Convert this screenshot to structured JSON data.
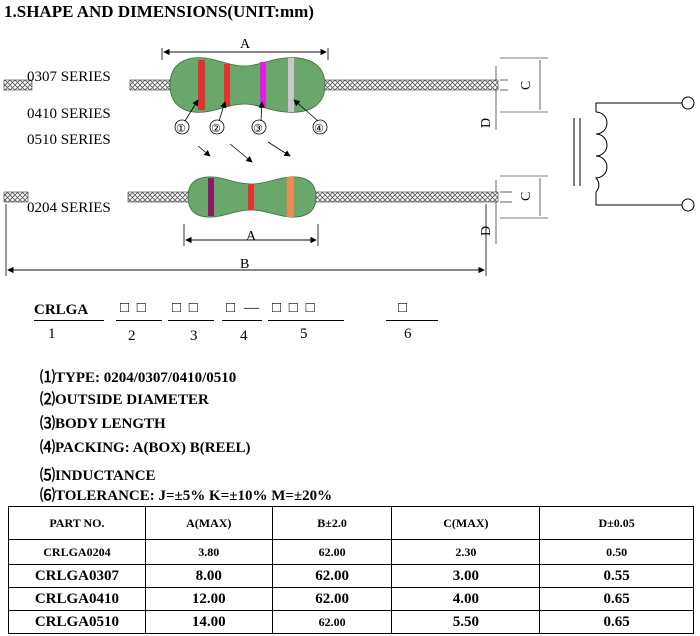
{
  "section_title": "1.SHAPE AND DIMENSIONS(UNIT:mm)",
  "series_top": [
    "0307 SERIES",
    "0410 SERIES",
    "0510 SERIES"
  ],
  "series_bottom": "0204 SERIES",
  "dim_labels": {
    "A": "A",
    "B": "B",
    "C": "C",
    "D": "D"
  },
  "band_markers": [
    "①",
    "②",
    "③",
    "④"
  ],
  "colors": {
    "body": "#6aa76a",
    "band_red": "#e53030",
    "band_magenta": "#e020e0",
    "band_gray": "#c8c8c8",
    "band_purple": "#8a1a6a",
    "band_orange": "#f08a50",
    "lead_hatch": "#555555"
  },
  "code": {
    "prefix": "CRLGA",
    "boxes": [
      "□ □",
      "□ □",
      "□",
      "□ □ □",
      "□"
    ],
    "dash": "—",
    "numbers": [
      "1",
      "2",
      "3",
      "4",
      "5",
      "6"
    ]
  },
  "legend": [
    "⑴TYPE: 0204/0307/0410/0510",
    "⑵OUTSIDE  DIAMETER",
    "⑶BODY LENGTH",
    "⑷PACKING: A(BOX)  B(REEL)",
    "⑸INDUCTANCE",
    "⑹TOLERANCE: J=±5%   K=±10%    M=±20%"
  ],
  "table": {
    "headers": [
      "PART NO.",
      "A(MAX)",
      "B±2.0",
      "C(MAX)",
      "D±0.05"
    ],
    "rows": [
      [
        "CRLGA0204",
        "3.80",
        "62.00",
        "2.30",
        "0.50"
      ],
      [
        "CRLGA0307",
        "8.00",
        "62.00",
        "3.00",
        "0.55"
      ],
      [
        "CRLGA0410",
        "12.00",
        "62.00",
        "4.00",
        "0.65"
      ],
      [
        "CRLGA0510",
        "14.00",
        "62.00",
        "5.50",
        "0.65"
      ]
    ]
  }
}
